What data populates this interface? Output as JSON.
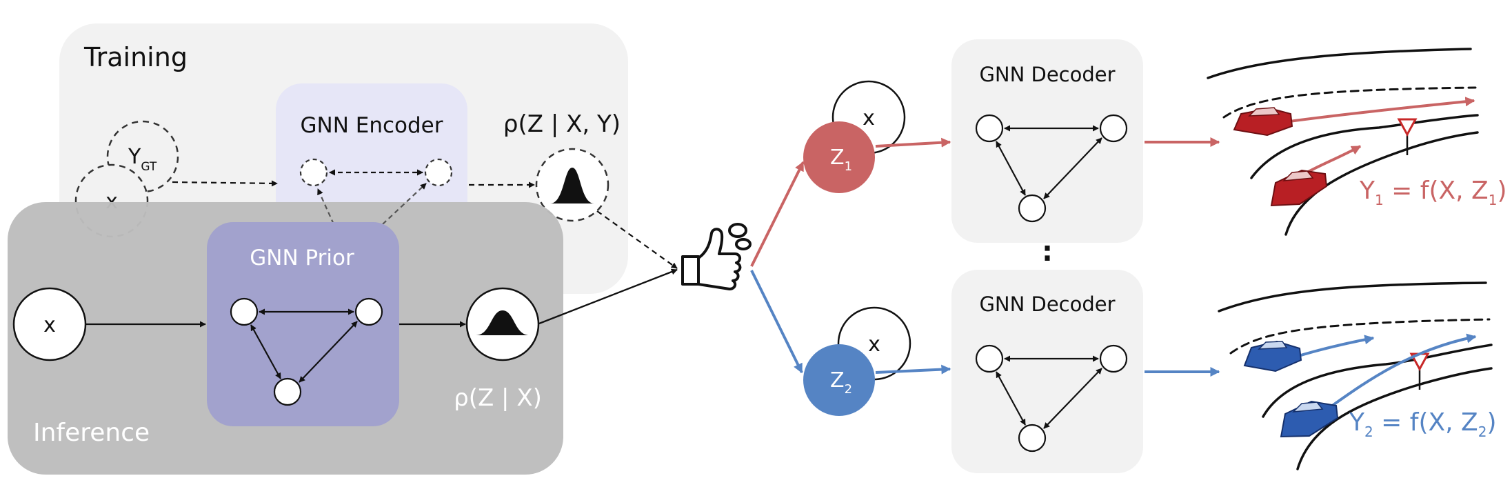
{
  "training": {
    "title": "Training"
  },
  "inference": {
    "title": "Inference"
  },
  "encoder": {
    "title": "GNN Encoder"
  },
  "prior": {
    "title": "GNN Prior"
  },
  "decoder_top": {
    "title": "GNN Decoder"
  },
  "decoder_bottom": {
    "title": "GNN Decoder"
  },
  "nodes": {
    "ygt_main": "Y",
    "ygt_sub": "GT",
    "x_train": "x",
    "x_infer": "x",
    "x_top": "x",
    "x_bottom": "x",
    "z1_main": "Z",
    "z1_sub": "1",
    "z2_main": "Z",
    "z2_sub": "2"
  },
  "posterior_label": "ρ(Z | X, Y)",
  "prior_label": "ρ(Z | X)",
  "dots": ":",
  "outputs": {
    "y1": {
      "a": "Y",
      "sub_a": "1",
      "b": " = f(X, Z",
      "sub_b": "1",
      "c": ")"
    },
    "y2": {
      "a": "Y",
      "sub_a": "2",
      "b": " = f(X, Z",
      "sub_b": "2",
      "c": ")"
    }
  },
  "colors": {
    "training_bg": "#f2f2f2",
    "inference_bg": "#bdbdbd",
    "encoder_bg": "#e6e6f7",
    "prior_bg": "#a2a2cd",
    "decoder_bg": "#f2f2f2",
    "red": "#c96464",
    "blue": "#5584c4",
    "car_red": "#b81f24",
    "car_blue": "#2d5cb0"
  }
}
